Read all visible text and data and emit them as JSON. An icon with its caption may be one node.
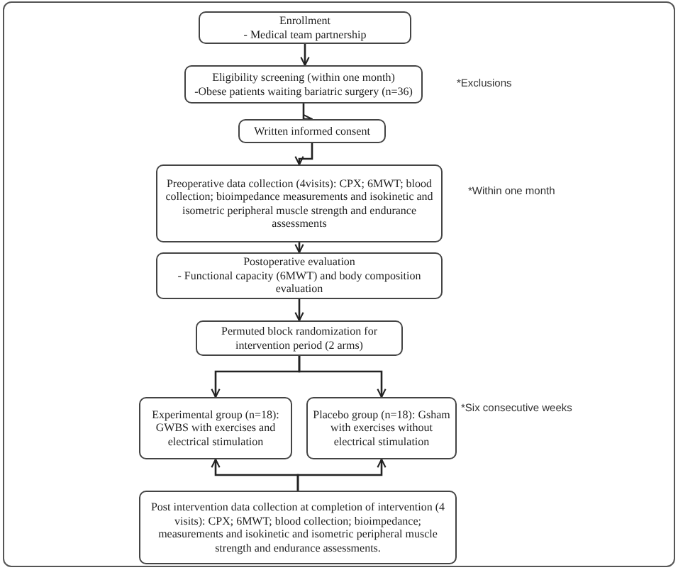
{
  "diagram": {
    "nodes": [
      {
        "text": [
          "Enrollment",
          "- Medical team partnership"
        ]
      },
      {
        "text": [
          "Eligibility screening (within one month)",
          "-Obese patients waiting bariatric surgery (n=36)"
        ],
        "beside": [
          "*Exclusions"
        ]
      },
      {
        "text": [
          "Written informed consent"
        ]
      },
      {
        "text": [
          "Preoperative data collection (4visits): CPX; 6MWT; blood collection; bioimpedance measurements and isokinetic and isometric peripheral muscle strength and endurance assessments"
        ],
        "beside": [
          "*Within one month"
        ]
      },
      {
        "text": [
          "Postoperative evaluation",
          "- Functional capacity (6MWT) and body composition evaluation"
        ]
      },
      {
        "text": [
          "Permuted block randomization for intervention period (2 arms)"
        ]
      },
      {
        "text": [
          "Experimental group (n=18): GWBS with exercises and electrical stimulation"
        ]
      },
      {
        "text": [
          "Placebo group (n=18): Gsham with exercises without electrical stimulation"
        ],
        "beside": [
          "*Six consecutive weeks"
        ]
      },
      {
        "text": [
          "Post intervention data collection at completion of intervention (4 visits): CPX; 6MWT; blood collection; bioimpedance; measurements and isokinetic and isometric peripheral muscle strength and endurance assessments."
        ]
      }
    ],
    "edges": [
      {
        "from": 0,
        "to": 1,
        "arrow": "to"
      },
      {
        "from": 1,
        "to": 2,
        "arrow": "to"
      },
      {
        "from": 2,
        "to": 3,
        "arrow": "to"
      },
      {
        "from": 3,
        "to": 4,
        "arrow": "to"
      },
      {
        "from": 4,
        "to": 5,
        "arrow": "to"
      },
      {
        "from": 5,
        "to": 6,
        "arrow": "to"
      },
      {
        "from": 5,
        "to": 7,
        "arrow": "to"
      },
      {
        "from": 8,
        "to": 6,
        "arrow": "to"
      },
      {
        "from": 8,
        "to": 7,
        "arrow": "to"
      }
    ]
  }
}
